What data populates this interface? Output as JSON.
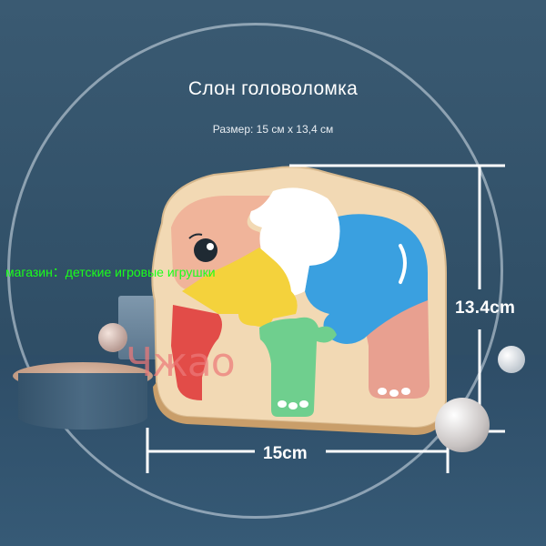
{
  "title": "Слон головоломка",
  "size_text": "Размер: 15 см x 13,4 см",
  "dimensions": {
    "height_label": "13.4cm",
    "width_label": "15cm"
  },
  "shop_label": "магазин：детские игровые игрушки",
  "watermark_text": "Чжао",
  "colors": {
    "background": "#3a5a72",
    "wood": "#f2d9b4",
    "head": "#f0b49a",
    "ear": "#ffffff",
    "body": "#3aa0e0",
    "trunk": "#f4d23c",
    "front_leg": "#e24c48",
    "middle_leg": "#6fcf8e",
    "back_leg": "#e8a090",
    "shop_label": "#1bff1b",
    "watermark": "#eb7878"
  }
}
